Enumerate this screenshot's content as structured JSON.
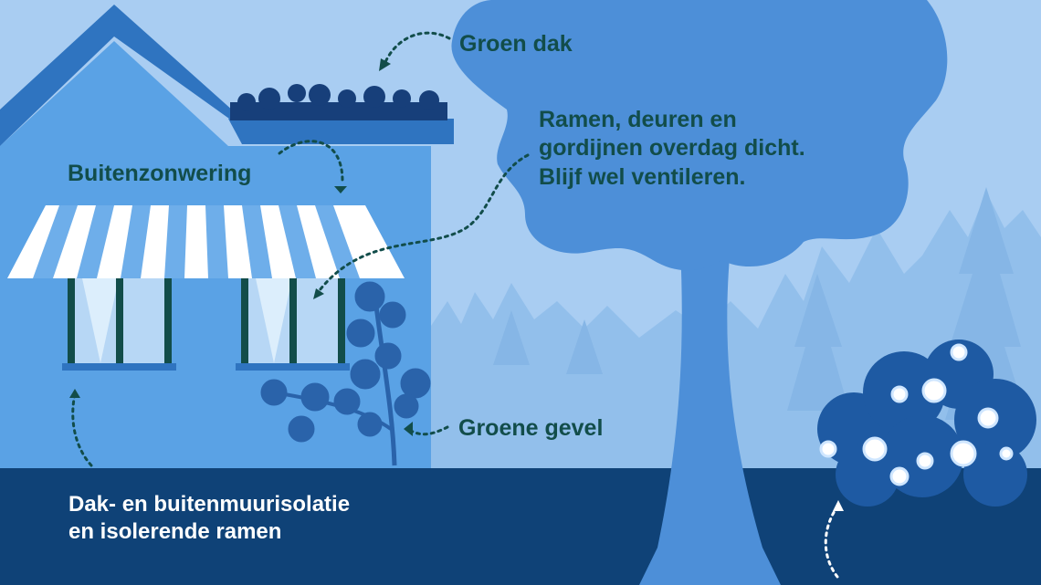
{
  "labels": {
    "green_roof": "Groen dak",
    "exterior_shading": "Buitenzonwering",
    "windows_closed": [
      "Ramen, deuren en",
      "gordijnen overdag dicht.",
      "Blijf wel ventileren."
    ],
    "green_facade": "Groene gevel",
    "insulation": [
      "Dak- en buitenmuurisolatie",
      "en isolerende ramen"
    ]
  },
  "colors": {
    "sky": "#a9cdf2",
    "forest": "#8dbbe8",
    "house_wall": "#5ba3e6",
    "house_roof": "#2f75c0",
    "ground": "#0f4277",
    "tree": "#4d8fd8",
    "bush": "#1e5aa3",
    "label_text": "#124d4a",
    "window_frame": "#124d4a"
  }
}
